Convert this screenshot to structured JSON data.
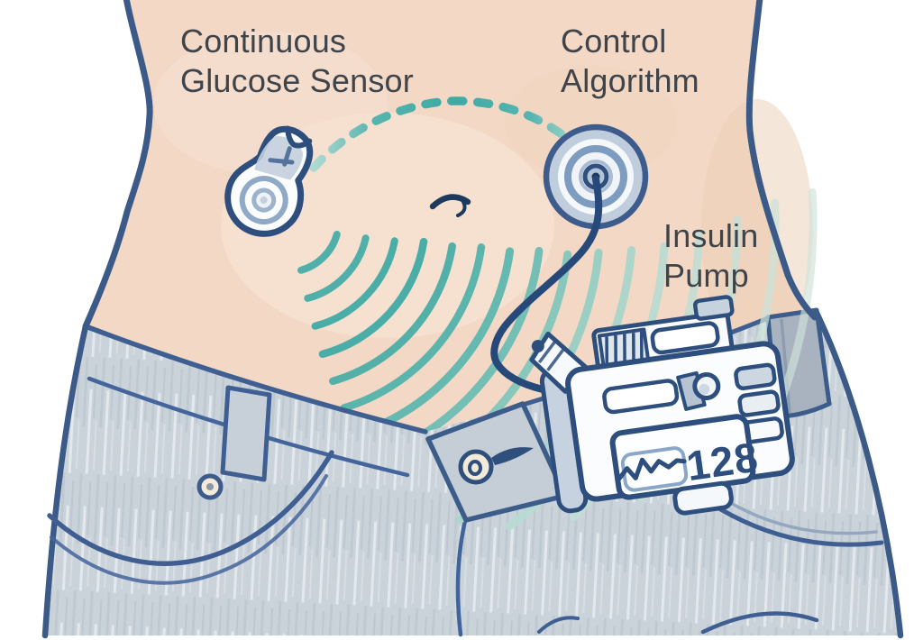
{
  "labels": {
    "sensor": {
      "line1": "Continuous",
      "line2": "Glucose Sensor"
    },
    "algorithm": {
      "line1": "Control",
      "line2": "Algorithm"
    },
    "pump": {
      "line1": "Insulin",
      "line2": "Pump"
    }
  },
  "pump_display": {
    "value": "128"
  },
  "illustration": {
    "parts": [
      "torso",
      "navel",
      "jeans",
      "jeans-button",
      "belt-loop",
      "rivet",
      "continuous-glucose-sensor",
      "control-algorithm-patch",
      "insulin-pump",
      "infusion-tubing",
      "wireless-signal-arcs",
      "wireless-dotted-link"
    ]
  },
  "colors": {
    "background": "#ffffff",
    "skin": "#f2d8c5",
    "skin_highlight": "#f8e6d6",
    "skin_shadow": "#ebccb4",
    "outline_navy": "#3c5a88",
    "device_navy": "#2e4f7e",
    "denim": "#cbd3da",
    "denim_dark": "#a9b3c0",
    "denim_seam": "#44649c",
    "signal_teal": "#4bada7",
    "signal_teal_faded": "#c0ded4",
    "label_text": "#3f444a"
  }
}
